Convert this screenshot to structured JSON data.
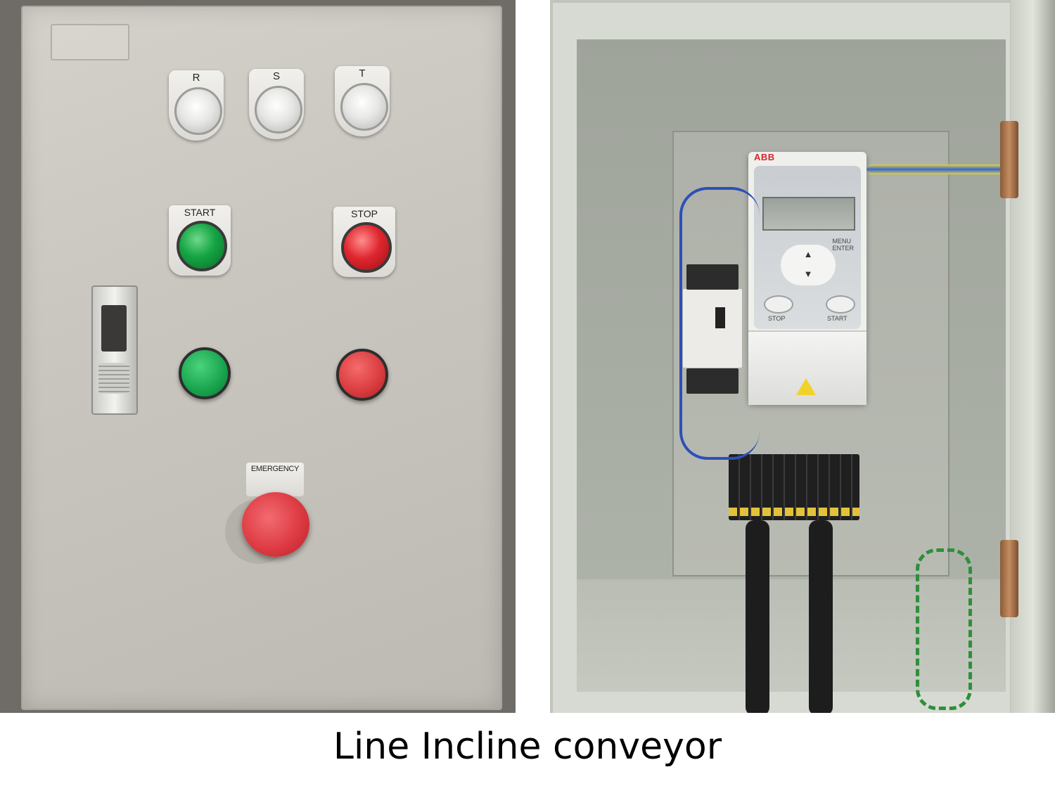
{
  "caption": "Line Incline conveyor",
  "left_panel": {
    "pilot_lamps": [
      {
        "label": "R"
      },
      {
        "label": "S"
      },
      {
        "label": "T"
      }
    ],
    "start_button": {
      "label": "START",
      "color": "#14a443"
    },
    "stop_button": {
      "label": "STOP",
      "color": "#e0262f"
    },
    "emergency_button": {
      "label": "EMERGENCY",
      "color": "#de3b43"
    }
  },
  "right_panel": {
    "drive": {
      "brand": "ABB",
      "menu_label": "MENU",
      "enter_label": "ENTER",
      "stop_label": "STOP",
      "start_label": "START"
    }
  }
}
